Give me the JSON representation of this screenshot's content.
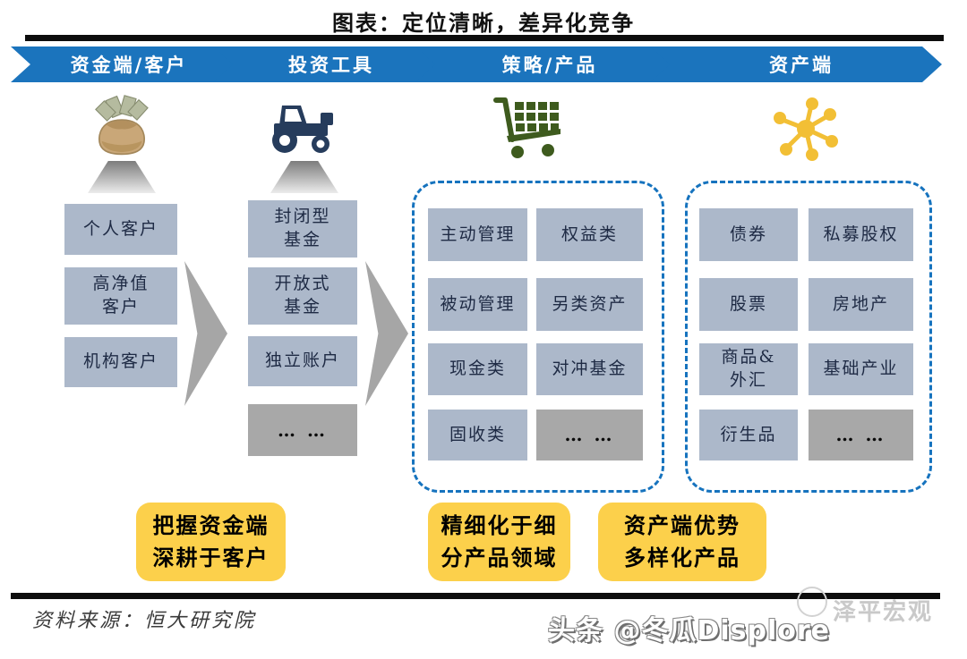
{
  "title": "图表：定位清晰，差异化竞争",
  "stages": [
    {
      "label": "资金端/客户",
      "icon": "money-bag"
    },
    {
      "label": "投资工具",
      "icon": "tractor"
    },
    {
      "label": "策略/产品",
      "icon": "shopping-cart"
    },
    {
      "label": "资产端",
      "icon": "network-hub"
    }
  ],
  "funding_clients": [
    "个人客户",
    "高净值\n客户",
    "机构客户"
  ],
  "investment_vehicles": [
    "封闭型\n基金",
    "开放式\n基金",
    "独立账户",
    "… …"
  ],
  "strategy_products": {
    "left": [
      "主动管理",
      "被动管理",
      "现金类",
      "固收类"
    ],
    "right": [
      "权益类",
      "另类资产",
      "对冲基金",
      "… …"
    ]
  },
  "asset_classes": {
    "left": [
      "债券",
      "股票",
      "商品&\n外汇",
      "衍生品"
    ],
    "right": [
      "私募股权",
      "房地产",
      "基础产业",
      "… …"
    ]
  },
  "notes": [
    "把握资金端\n深耕于客户",
    "精细化于细\n分产品领域",
    "资产端优势\n多样化产品"
  ],
  "source": "资料来源：恒大研究院",
  "watermark": {
    "background": "泽平宏观",
    "foreground": "头条 @冬瓜Displore"
  },
  "colors": {
    "stage_blue": "#1B74BD",
    "box_blue_gray": "#ACB8CA",
    "ellipsis_gray": "#A8A8A8",
    "note_yellow": "#FCD04B",
    "dashed_border_blue": "#1673BE",
    "cart_green": "#3E5B1E",
    "hub_gold": "#F2BF35",
    "tractor_navy": "#263C5C"
  }
}
